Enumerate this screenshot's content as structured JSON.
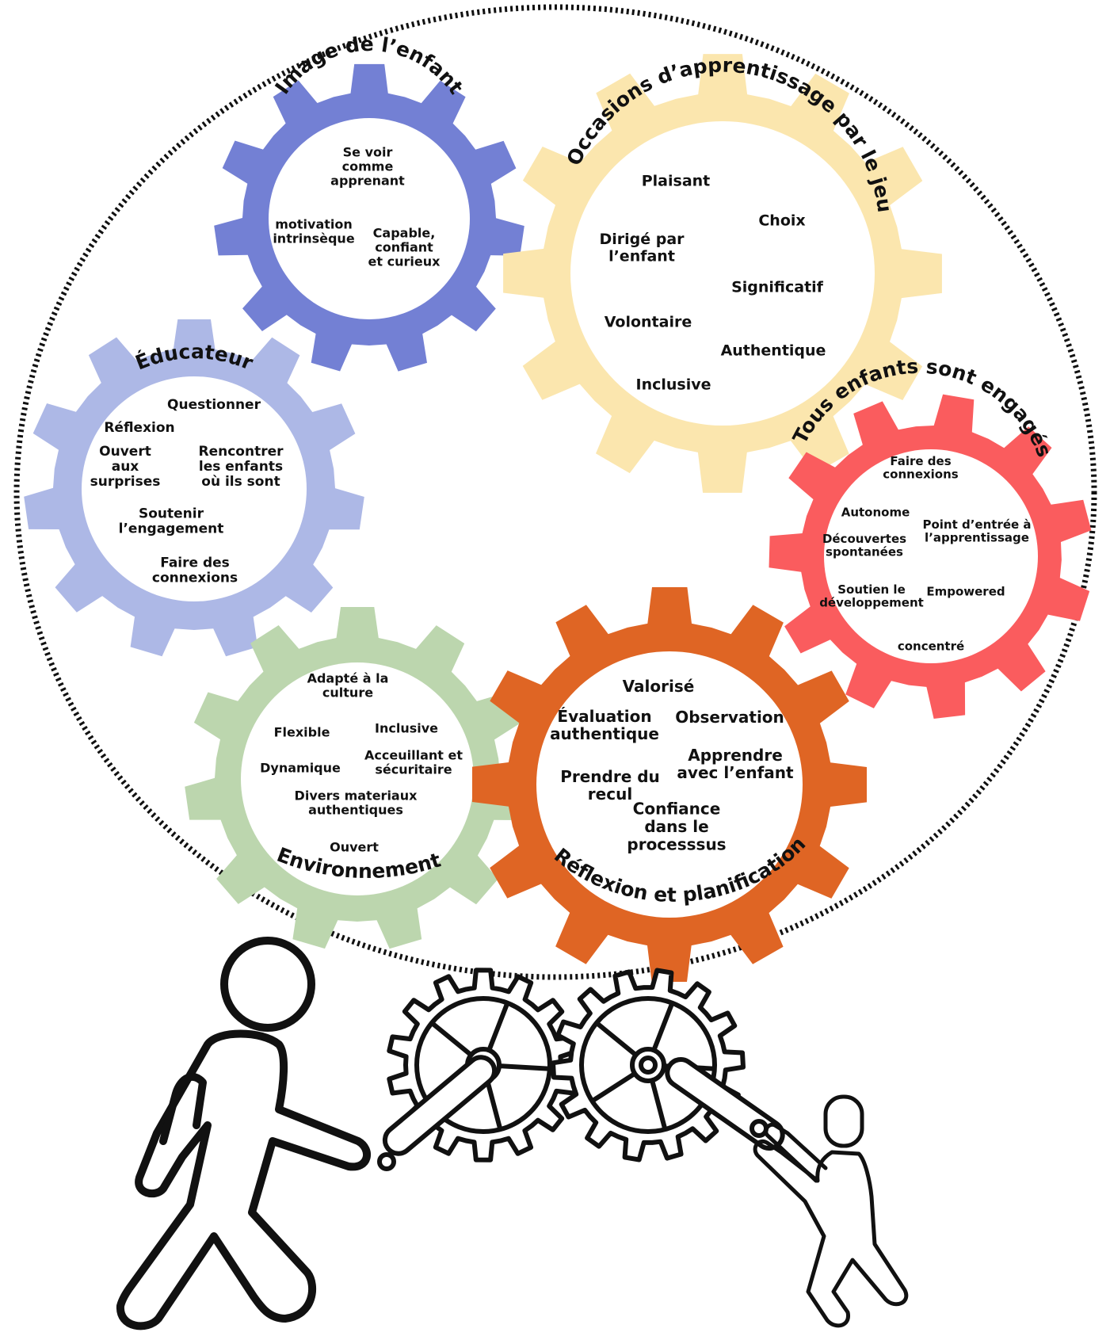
{
  "gears": [
    {
      "key": "image",
      "title": "Image de l’enfant",
      "color": "#7380d4",
      "items": [
        [
          "Se voir",
          "comme",
          "apprenant"
        ],
        [
          "motivation",
          "intrinsèque"
        ],
        [
          "Capable,",
          "confiant",
          "et curieux"
        ]
      ]
    },
    {
      "key": "occasions",
      "title": "Occasions d’apprentissage par le jeu",
      "color": "#fbe6ae",
      "items": [
        [
          "Plaisant"
        ],
        [
          "Choix"
        ],
        [
          "Dirigé par",
          "l’enfant"
        ],
        [
          "Significatif"
        ],
        [
          "Volontaire"
        ],
        [
          "Authentique"
        ],
        [
          "Inclusive"
        ]
      ]
    },
    {
      "key": "educateur",
      "title": "Éducateur",
      "color": "#adb8e6",
      "items": [
        [
          "Questionner"
        ],
        [
          "Réflexion"
        ],
        [
          "Ouvert",
          "aux",
          "surprises"
        ],
        [
          "Rencontrer",
          "les enfants",
          "où ils sont"
        ],
        [
          "Soutenir",
          "l’engagement"
        ],
        [
          "Faire des",
          "connexions"
        ]
      ]
    },
    {
      "key": "engages",
      "title": "Tous enfants sont engagés",
      "color": "#fa5c5e",
      "items": [
        [
          "Faire des",
          "connexions"
        ],
        [
          "Autonome"
        ],
        [
          "Découvertes",
          "spontanées"
        ],
        [
          "Point d’entrée à",
          "l’apprentissage"
        ],
        [
          "Empowered"
        ],
        [
          "Soutien le",
          "développement"
        ],
        [
          "concentré"
        ]
      ]
    },
    {
      "key": "environnement",
      "title": "Environnement",
      "color": "#bcd6ae",
      "items": [
        [
          "Adapté à la",
          "culture"
        ],
        [
          "Flexible"
        ],
        [
          "Inclusive"
        ],
        [
          "Dynamique"
        ],
        [
          "Acceuillant et",
          "sécuritaire"
        ],
        [
          "Divers materiaux",
          "authentiques"
        ],
        [
          "Ouvert"
        ]
      ]
    },
    {
      "key": "reflexion",
      "title": "Réflexion et planification",
      "color": "#df6524",
      "items": [
        [
          "Valorisé"
        ],
        [
          "Évaluation",
          "authentique"
        ],
        [
          "Observation"
        ],
        [
          "Apprendre",
          "avec l’enfant"
        ],
        [
          "Prendre du",
          "recul"
        ],
        [
          "Confiance",
          "dans le",
          "processsus"
        ]
      ]
    }
  ],
  "icons": [
    "walking-person-icon",
    "pushing-person-icon",
    "crankset-gear-icon"
  ],
  "colors": {
    "outline": "#111111",
    "dashed_border": "#111111"
  }
}
